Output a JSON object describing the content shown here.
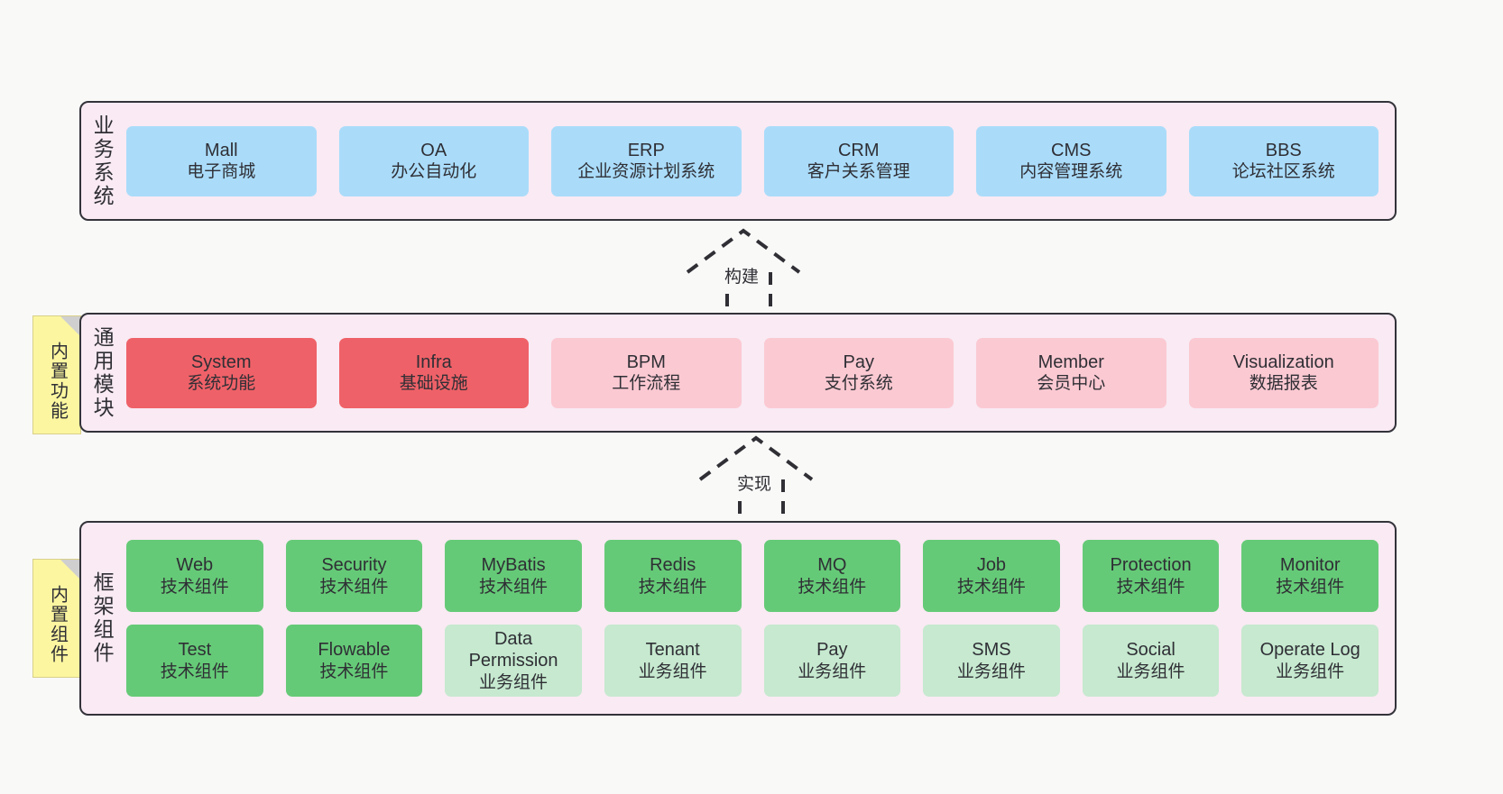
{
  "diagram": {
    "title": "",
    "background_color": "#f9f9f8",
    "panel_color": "#f9eaf3",
    "colors": {
      "blue": "#aadcfa",
      "red": "#ef6168",
      "pink": "#fbc9d2",
      "green": "#65ca77",
      "green_light": "#c6e9cf",
      "note_yellow": "#fcf6a0",
      "border": "#33333a"
    }
  },
  "layers": [
    {
      "id": "business-systems",
      "title": "业务系统",
      "note": null,
      "rows": [
        [
          {
            "name": "Mall",
            "sub": "电子商城",
            "color": "blue"
          },
          {
            "name": "OA",
            "sub": "办公自动化",
            "color": "blue"
          },
          {
            "name": "ERP",
            "sub": "企业资源计划系统",
            "color": "blue"
          },
          {
            "name": "CRM",
            "sub": "客户关系管理",
            "color": "blue"
          },
          {
            "name": "CMS",
            "sub": "内容管理系统",
            "color": "blue"
          },
          {
            "name": "BBS",
            "sub": "论坛社区系统",
            "color": "blue"
          }
        ]
      ]
    },
    {
      "id": "common-modules",
      "title": "通用模块",
      "note": "内置功能",
      "rows": [
        [
          {
            "name": "System",
            "sub": "系统功能",
            "color": "red"
          },
          {
            "name": "Infra",
            "sub": "基础设施",
            "color": "red"
          },
          {
            "name": "BPM",
            "sub": "工作流程",
            "color": "pink"
          },
          {
            "name": "Pay",
            "sub": "支付系统",
            "color": "pink"
          },
          {
            "name": "Member",
            "sub": "会员中心",
            "color": "pink"
          },
          {
            "name": "Visualization",
            "sub": "数据报表",
            "color": "pink"
          }
        ]
      ]
    },
    {
      "id": "framework-components",
      "title": "框架组件",
      "note": "内置组件",
      "rows": [
        [
          {
            "name": "Web",
            "sub": "技术组件",
            "color": "green"
          },
          {
            "name": "Security",
            "sub": "技术组件",
            "color": "green"
          },
          {
            "name": "MyBatis",
            "sub": "技术组件",
            "color": "green"
          },
          {
            "name": "Redis",
            "sub": "技术组件",
            "color": "green"
          },
          {
            "name": "MQ",
            "sub": "技术组件",
            "color": "green"
          },
          {
            "name": "Job",
            "sub": "技术组件",
            "color": "green"
          },
          {
            "name": "Protection",
            "sub": "技术组件",
            "color": "green"
          },
          {
            "name": "Monitor",
            "sub": "技术组件",
            "color": "green"
          }
        ],
        [
          {
            "name": "Test",
            "sub": "技术组件",
            "color": "green"
          },
          {
            "name": "Flowable",
            "sub": "技术组件",
            "color": "green"
          },
          {
            "name": "Data Permission",
            "sub": "业务组件",
            "color": "greenlight"
          },
          {
            "name": "Tenant",
            "sub": "业务组件",
            "color": "greenlight"
          },
          {
            "name": "Pay",
            "sub": "业务组件",
            "color": "greenlight"
          },
          {
            "name": "SMS",
            "sub": "业务组件",
            "color": "greenlight"
          },
          {
            "name": "Social",
            "sub": "业务组件",
            "color": "greenlight"
          },
          {
            "name": "Operate Log",
            "sub": "业务组件",
            "color": "greenlight"
          }
        ]
      ]
    }
  ],
  "connectors": [
    {
      "id": "build",
      "label": "构建",
      "style": "dashed-hollow-arrow-up"
    },
    {
      "id": "implement",
      "label": "实现",
      "style": "dashed-hollow-arrow-up"
    }
  ]
}
